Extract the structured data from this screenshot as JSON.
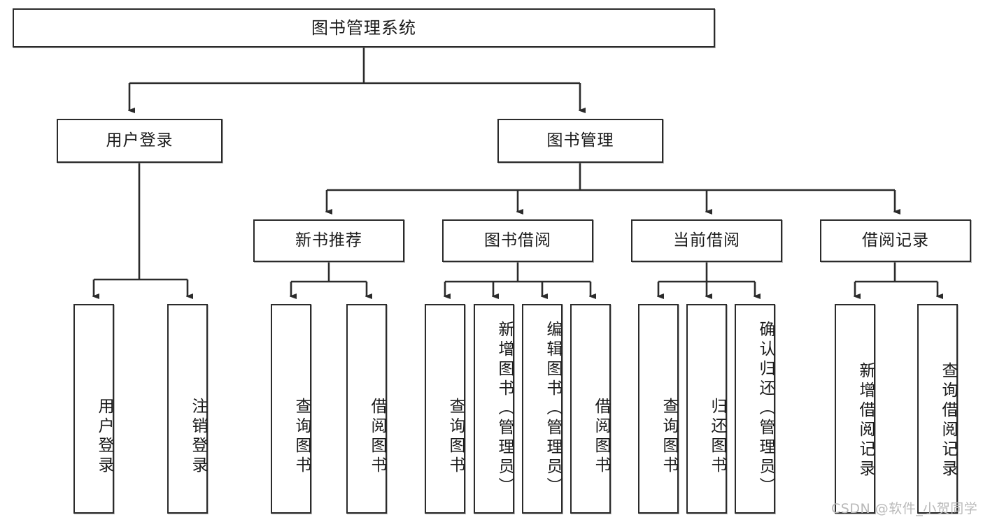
{
  "diagram": {
    "type": "tree",
    "title_node": {
      "label": "图书管理系统"
    },
    "level1": [
      {
        "id": "user-login",
        "label": "用户登录"
      },
      {
        "id": "book-management",
        "label": "图书管理"
      }
    ],
    "level2": [
      {
        "id": "new-book-recommend",
        "label": "新书推荐",
        "parent": "book-management"
      },
      {
        "id": "book-borrow",
        "label": "图书借阅",
        "parent": "book-management"
      },
      {
        "id": "current-borrow",
        "label": "当前借阅",
        "parent": "book-management"
      },
      {
        "id": "borrow-record",
        "label": "借阅记录",
        "parent": "book-management"
      }
    ],
    "leaves": [
      {
        "id": "leaf-user-login",
        "label": "用户登录",
        "parent": "user-login"
      },
      {
        "id": "leaf-logout",
        "label": "注销登录",
        "parent": "user-login"
      },
      {
        "id": "leaf-query-book-1",
        "label": "查询图书",
        "parent": "new-book-recommend"
      },
      {
        "id": "leaf-borrow-book-1",
        "label": "借阅图书",
        "parent": "new-book-recommend"
      },
      {
        "id": "leaf-query-book-2",
        "label": "查询图书",
        "parent": "book-borrow"
      },
      {
        "id": "leaf-add-book",
        "label": "新增图书（管理员）",
        "parent": "book-borrow"
      },
      {
        "id": "leaf-edit-book",
        "label": "编辑图书（管理员）",
        "parent": "book-borrow"
      },
      {
        "id": "leaf-borrow-book-2",
        "label": "借阅图书",
        "parent": "book-borrow"
      },
      {
        "id": "leaf-query-book-3",
        "label": "查询图书",
        "parent": "current-borrow"
      },
      {
        "id": "leaf-return-book",
        "label": "归还图书",
        "parent": "current-borrow"
      },
      {
        "id": "leaf-confirm-return",
        "label": "确认归还（管理员）",
        "parent": "current-borrow"
      },
      {
        "id": "leaf-add-record",
        "label": "新增借阅记录",
        "parent": "borrow-record"
      },
      {
        "id": "leaf-query-record",
        "label": "查询借阅记录",
        "parent": "borrow-record"
      }
    ],
    "colors": {
      "stroke": "#2b2b2b",
      "fill": "#ffffff",
      "text": "#1a1a1a",
      "watermark": "#b9b9b9"
    }
  },
  "watermark": {
    "text": "CSDN @软件_小贺同学"
  }
}
